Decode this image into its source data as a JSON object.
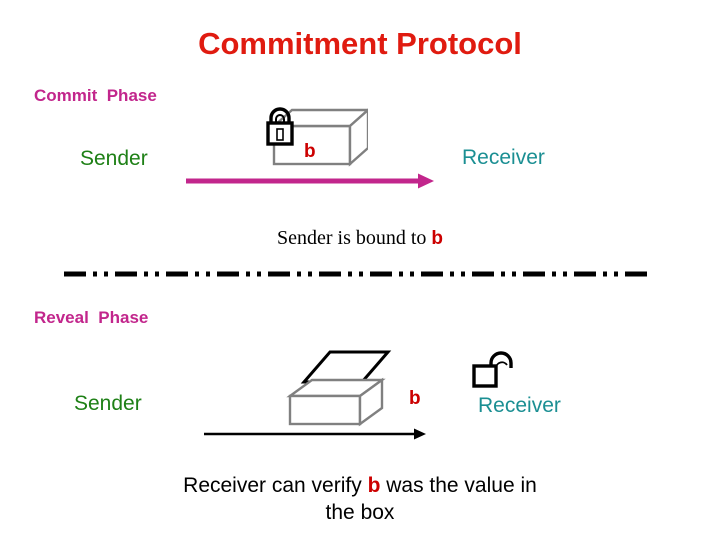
{
  "slide": {
    "title": "Commitment Protocol",
    "background_color": "#ffffff",
    "title_color": "#e01b10"
  },
  "colors": {
    "title_red": "#e01b10",
    "phase_magenta": "#c2268c",
    "sender_green": "#1e8016",
    "receiver_teal": "#1b8f93",
    "value_red": "#cc0000",
    "arrow_magenta": "#c2268c",
    "arrow_black": "#000000",
    "box_gray": "#808080",
    "lid_black": "#000000"
  },
  "commit_phase": {
    "heading": "Commit  Phase",
    "sender_label": "Sender",
    "receiver_label": "Receiver",
    "value_label": "b",
    "icon": "closed-padlock-icon",
    "box": "closed-box-icon",
    "arrow_direction": "sender-to-receiver",
    "arrow_color": "#c2268c",
    "caption_prefix": "Sender is bound to ",
    "caption_value": "b"
  },
  "reveal_phase": {
    "heading": "Reveal  Phase",
    "sender_label": "Sender",
    "receiver_label": "Receiver",
    "value_label": "b",
    "icon": "open-padlock-icon",
    "box": "open-box-icon",
    "arrow_direction": "sender-to-receiver",
    "arrow_color": "#000000",
    "caption_line1_prefix": "Receiver can verify ",
    "caption_value": "b",
    "caption_line1_suffix": " was the value in",
    "caption_line2": "the box"
  },
  "divider": {
    "style": "dash-dot-dot",
    "color": "#000000"
  }
}
